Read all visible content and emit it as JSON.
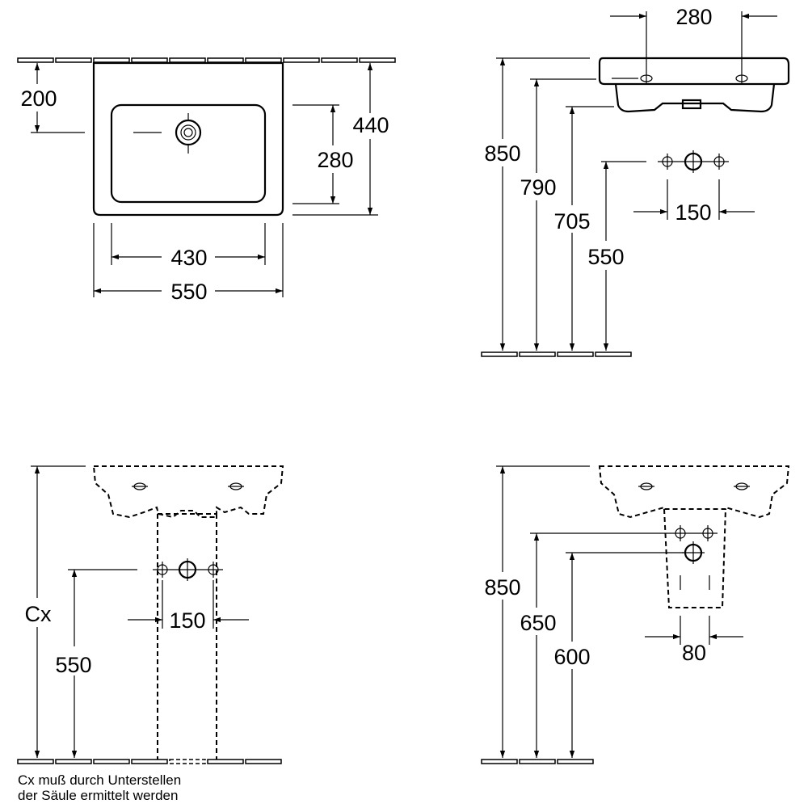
{
  "views": {
    "top": {
      "dim_depth_to_drain": "200",
      "dim_total_depth": "440",
      "dim_bowl_depth": "280",
      "dim_bowl_width": "430",
      "dim_total_width": "550"
    },
    "side": {
      "dim_tap_distance": "280",
      "dim_rim_height": "850",
      "dim_790": "790",
      "dim_705": "705",
      "dim_supply_height": "550",
      "dim_supply_spacing": "150"
    },
    "pedestal": {
      "dim_cx": "Cx",
      "dim_supply_height": "550",
      "dim_supply_spacing": "150",
      "note_line1": "Cx muß durch Unterstellen",
      "note_line2": "der Säule ermittelt werden"
    },
    "semi_pedestal": {
      "dim_rim_height": "850",
      "dim_650": "650",
      "dim_600": "600",
      "dim_80": "80"
    }
  }
}
